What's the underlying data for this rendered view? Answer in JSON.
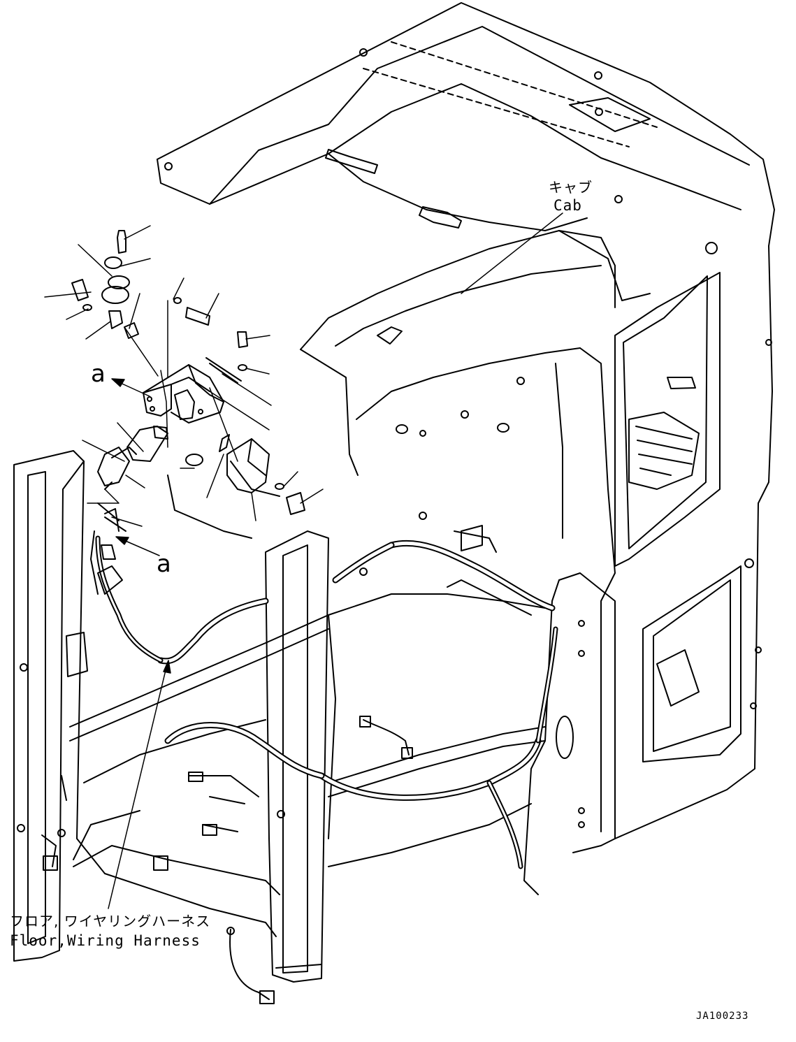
{
  "labels": {
    "cab_jp": "キャブ",
    "cab_en": "Cab",
    "harness_jp": "フロア, ワイヤリングハーネス",
    "harness_en": "Floor,Wiring Harness",
    "detail_a_1": "a",
    "detail_a_2": "a",
    "drawing_code": "JA100233"
  },
  "colors": {
    "line": "#000000",
    "background": "#ffffff"
  }
}
